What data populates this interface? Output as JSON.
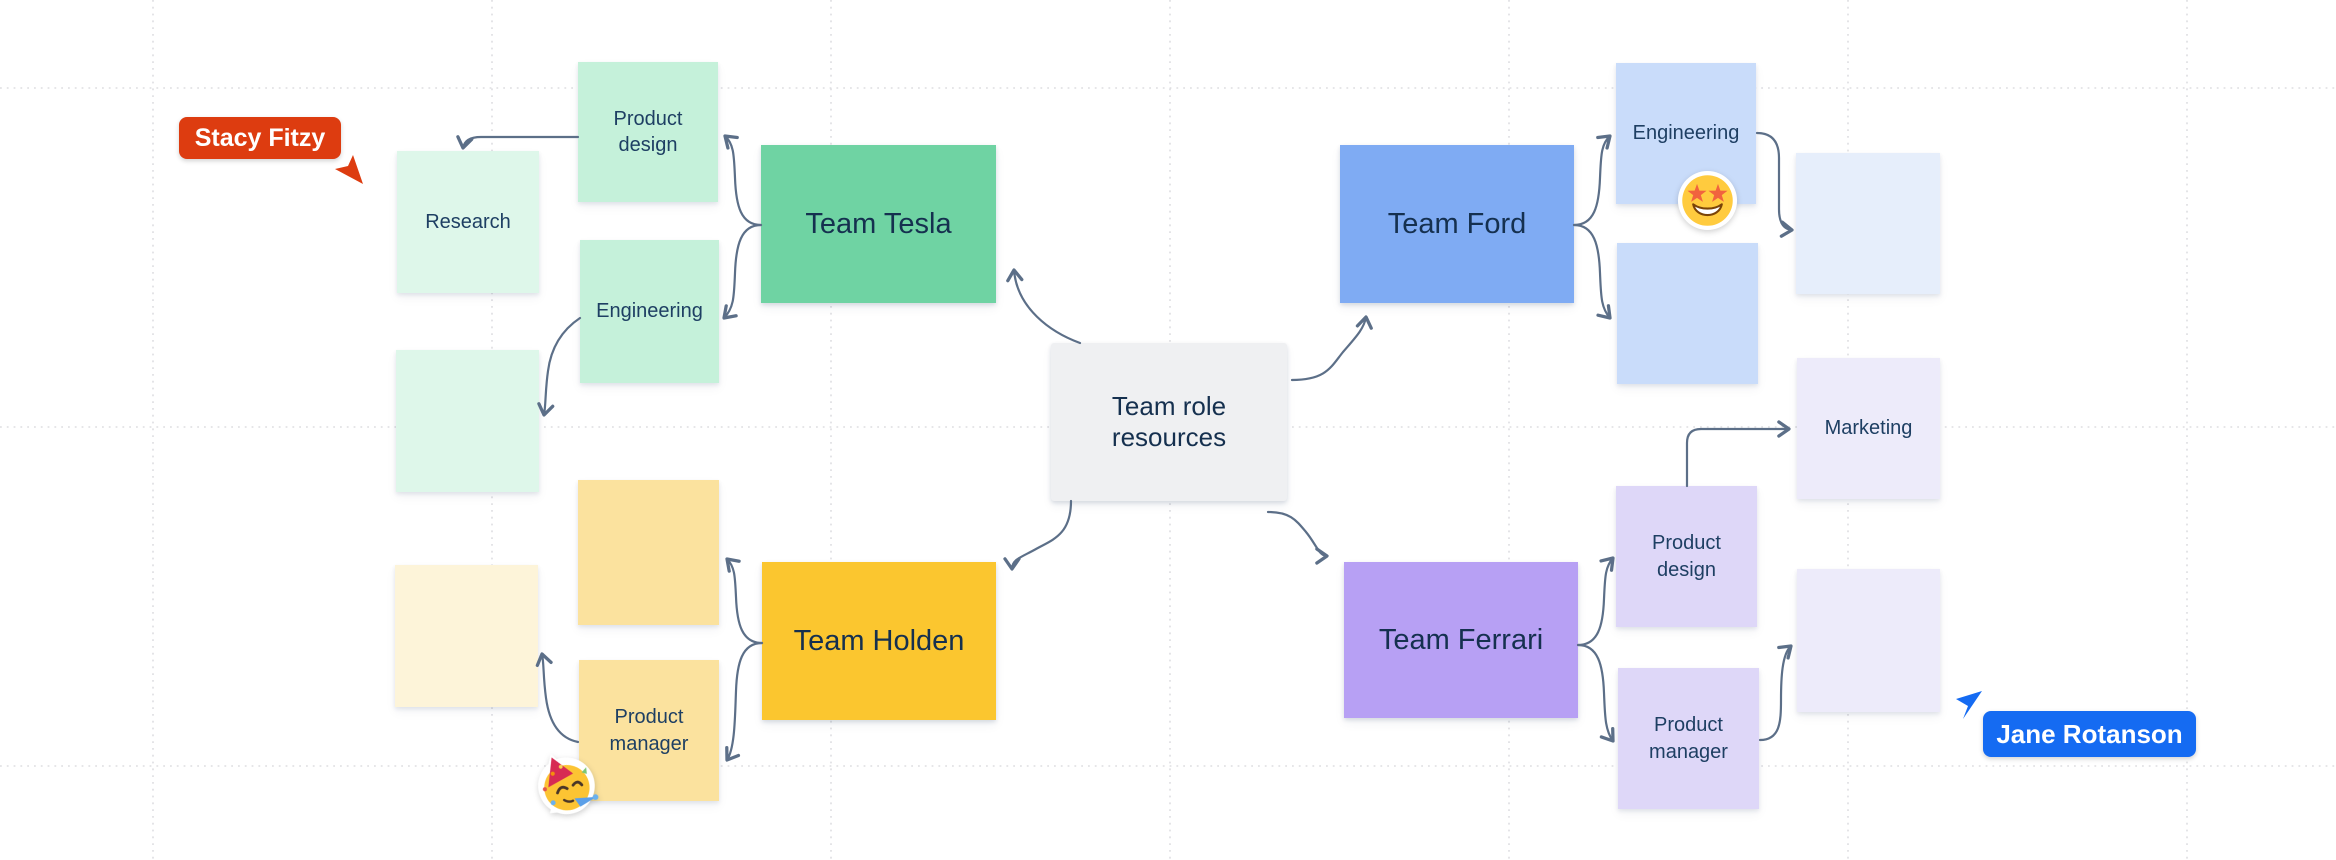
{
  "board": {
    "kind": "collaborative-whiteboard-canvas",
    "background": "#ffffff",
    "grid_color": "#d8d8dc"
  },
  "center_node": {
    "label": "Team role resources",
    "color": "#eff0f2"
  },
  "team_nodes": {
    "tesla": {
      "label": "Team Tesla",
      "color": "#6fd3a3"
    },
    "ford": {
      "label": "Team Ford",
      "color": "#7fabf3"
    },
    "holden": {
      "label": "Team Holden",
      "color": "#fbc62f"
    },
    "ferrari": {
      "label": "Team Ferrari",
      "color": "#b7a0f4"
    }
  },
  "sticky_notes": {
    "tesla_product_design": {
      "label": "Product design",
      "color": "#c5f1da"
    },
    "tesla_engineering": {
      "label": "Engineering",
      "color": "#c5f1da"
    },
    "tesla_research": {
      "label": "Research",
      "color": "#def7ea"
    },
    "tesla_blank": {
      "label": "",
      "color": "#def7ea"
    },
    "holden_blank_top": {
      "label": "",
      "color": "#fbe29e"
    },
    "holden_product_manager": {
      "label": "Product manager",
      "color": "#fbe29e"
    },
    "holden_blank_left": {
      "label": "",
      "color": "#fdf4d9"
    },
    "ford_engineering": {
      "label": "Engineering",
      "color": "#c9dcfa"
    },
    "ford_blank": {
      "label": "",
      "color": "#c9dcfa"
    },
    "ford_blank_right": {
      "label": "",
      "color": "#e6eefb"
    },
    "ferrari_product_design": {
      "label": "Product design",
      "color": "#ded7f8"
    },
    "ferrari_product_manager": {
      "label": "Product manager",
      "color": "#ded7f8"
    },
    "ferrari_marketing": {
      "label": "Marketing",
      "color": "#edebfa"
    },
    "ferrari_blank_right": {
      "label": "",
      "color": "#edebfa"
    }
  },
  "cursors": {
    "stacy": {
      "name": "Stacy Fitzy",
      "color": "#dd3c10"
    },
    "jane": {
      "name": "Jane Rotanson",
      "color": "#156bf2"
    }
  },
  "stickers": {
    "star_struck": {
      "emoji_name": "star-struck-emoji"
    },
    "partying_face": {
      "emoji_name": "partying-face-emoji"
    }
  },
  "text_color": "#1e3f63",
  "connector_color": "#5c6f88"
}
